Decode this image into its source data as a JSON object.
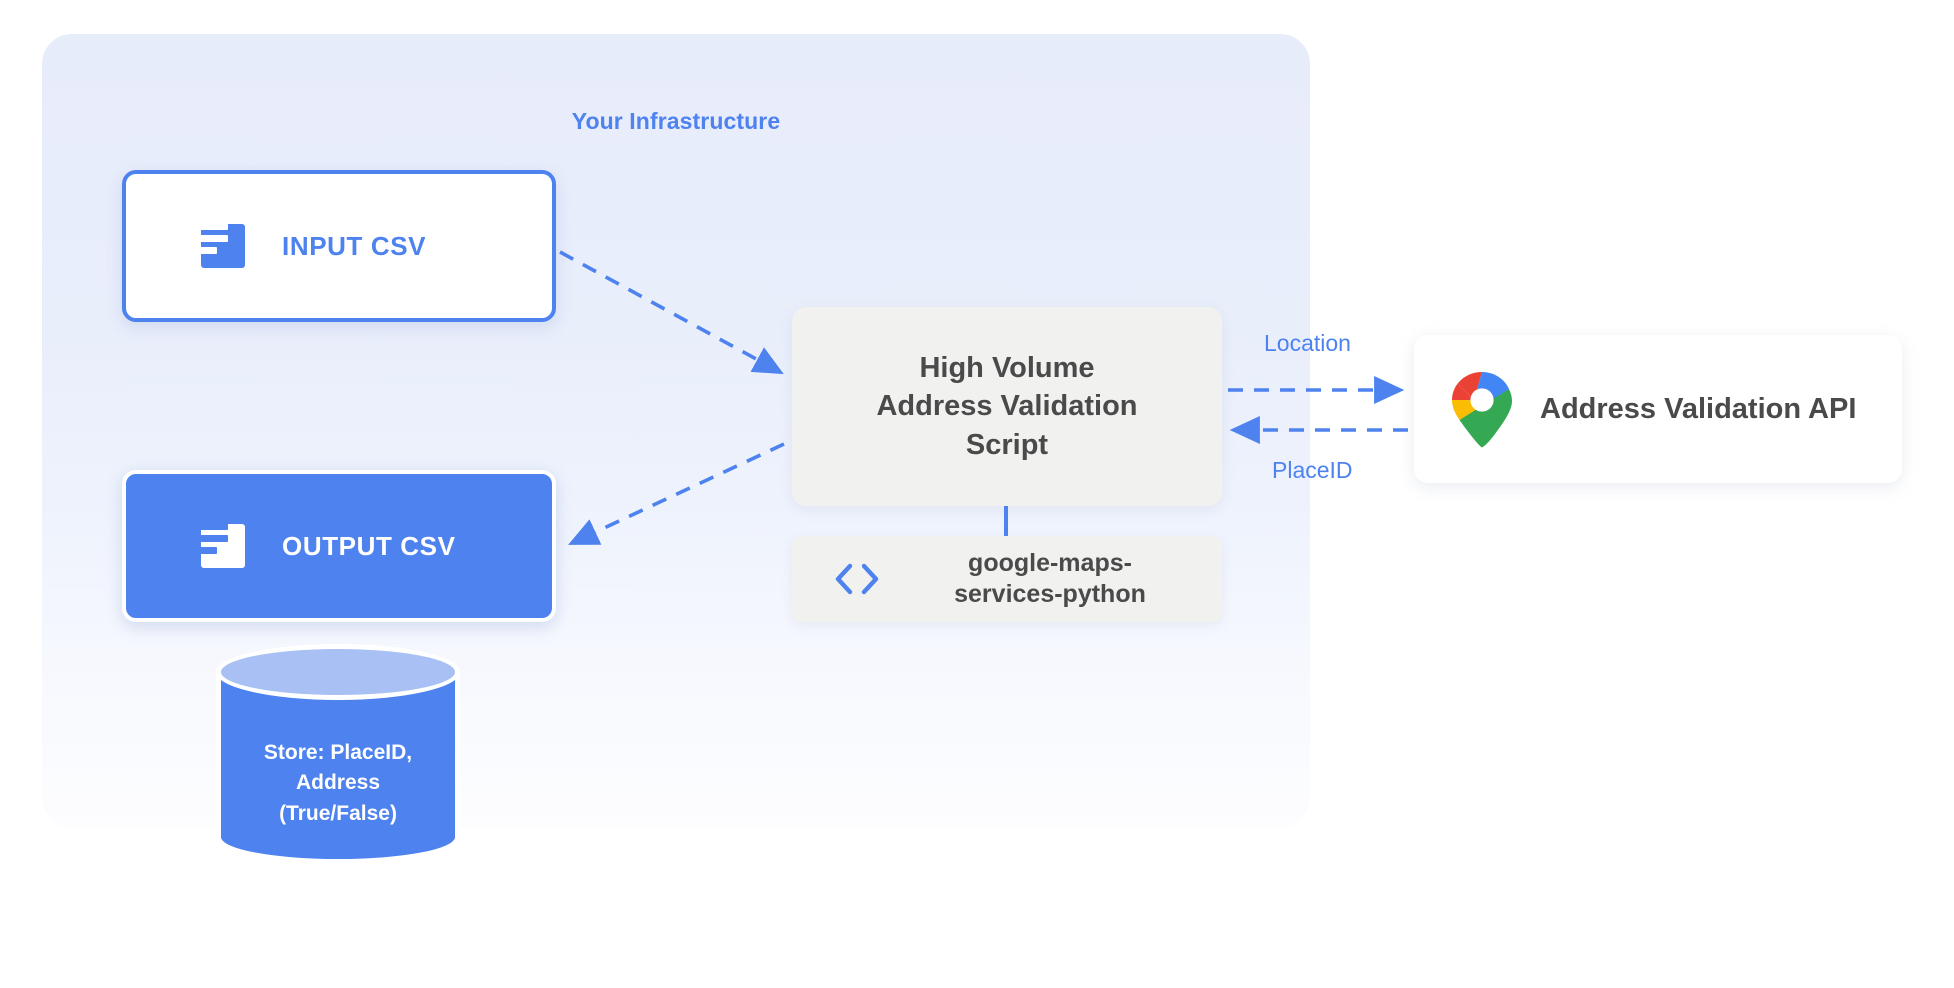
{
  "diagram": {
    "title": "Your Infrastructure",
    "accent_blue": "#4d82ef",
    "panel_bg": "#e7ecfb",
    "box_gray": "#f1f1f0",
    "text_dark": "#4a4a4a"
  },
  "nodes": {
    "input_csv": {
      "label": "INPUT CSV",
      "icon": "csv-document-icon"
    },
    "output_csv": {
      "label": "OUTPUT CSV",
      "icon": "csv-document-icon"
    },
    "script": {
      "line1": "High Volume",
      "line2": "Address Validation",
      "line3": "Script"
    },
    "library": {
      "line1": "google-maps-",
      "line2": "services-python",
      "icon": "code-brackets-icon"
    },
    "api": {
      "label": "Address Validation API",
      "icon": "google-maps-pin-icon"
    },
    "database": {
      "line1": "Store: PlaceID,",
      "line2": "Address",
      "line3": "(True/False)"
    }
  },
  "edges": {
    "input_to_script": {
      "style": "dashed",
      "direction": "to-script"
    },
    "script_to_output": {
      "style": "dashed",
      "direction": "to-output"
    },
    "script_to_api": {
      "label": "Location",
      "style": "dashed",
      "direction": "right"
    },
    "api_to_script": {
      "label": "PlaceID",
      "style": "dashed",
      "direction": "left"
    },
    "script_to_library": {
      "style": "solid",
      "direction": "down"
    }
  }
}
